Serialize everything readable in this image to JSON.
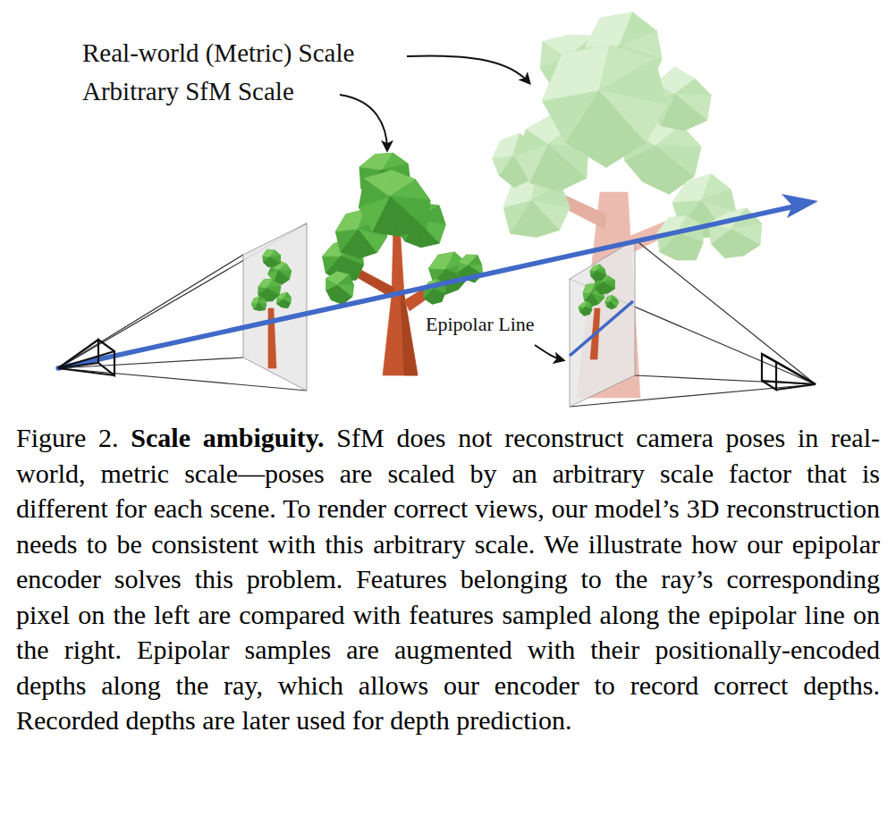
{
  "diagram": {
    "caption": "Figure 2. Scale ambiguity. SfM does not reconstruct camera poses in real-world, metric scale—poses are scaled by an arbitrary scale factor that is different for each scene. To render correct views, our model’s 3D reconstruction needs to be consistent with this arbitrary scale. We illustrate how our epipolar encoder solves this problem. Features belonging to the ray’s corresponding pixel on the left are compared with features sampled along the epipolar line on the right. Epipolar samples are augmented with their positionally-encoded depths along the ray, which allows our encoder to record correct depths. Recorded depths are later used for depth prediction.",
    "labels": [
      "Real-world (Metric) Scale",
      "Arbitrary SfM Scale",
      "Epipolar Line"
    ]
  }
}
